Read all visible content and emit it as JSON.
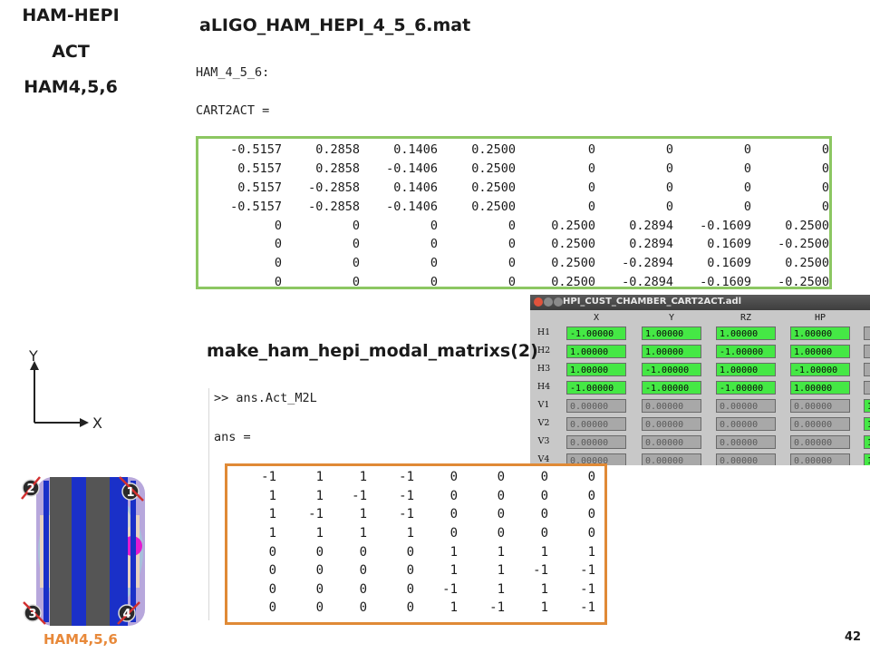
{
  "left_titles": [
    "HAM-HEPI",
    "ACT",
    "HAM4,5,6"
  ],
  "file_title": "aLIGO_HAM_HEPI_4_5_6.mat",
  "code1": [
    "HAM_4_5_6:",
    "CART2ACT ="
  ],
  "cart2act": [
    [
      "-0.5157",
      "0.2858",
      "0.1406",
      "0.2500",
      "0",
      "0",
      "0",
      "0"
    ],
    [
      "0.5157",
      "0.2858",
      "-0.1406",
      "0.2500",
      "0",
      "0",
      "0",
      "0"
    ],
    [
      "0.5157",
      "-0.2858",
      "0.1406",
      "0.2500",
      "0",
      "0",
      "0",
      "0"
    ],
    [
      "-0.5157",
      "-0.2858",
      "-0.1406",
      "0.2500",
      "0",
      "0",
      "0",
      "0"
    ],
    [
      "0",
      "0",
      "0",
      "0",
      "0.2500",
      "0.2894",
      "-0.1609",
      "0.2500"
    ],
    [
      "0",
      "0",
      "0",
      "0",
      "0.2500",
      "0.2894",
      "0.1609",
      "-0.2500"
    ],
    [
      "0",
      "0",
      "0",
      "0",
      "0.2500",
      "-0.2894",
      "0.1609",
      "0.2500"
    ],
    [
      "0",
      "0",
      "0",
      "0",
      "0.2500",
      "-0.2894",
      "-0.1609",
      "-0.2500"
    ]
  ],
  "medm": {
    "title": "HPI_CUST_CHAMBER_CART2ACT.adl",
    "columns": [
      "X",
      "Y",
      "RZ",
      "HP"
    ],
    "rows": [
      {
        "label": "H1",
        "values": [
          "-1.00000",
          "1.00000",
          "1.00000",
          "1.00000"
        ],
        "active": true
      },
      {
        "label": "H2",
        "values": [
          "1.00000",
          "1.00000",
          "-1.00000",
          "1.00000"
        ],
        "active": true
      },
      {
        "label": "H3",
        "values": [
          "1.00000",
          "-1.00000",
          "1.00000",
          "-1.00000"
        ],
        "active": true
      },
      {
        "label": "H4",
        "values": [
          "-1.00000",
          "-1.00000",
          "-1.00000",
          "1.00000"
        ],
        "active": true
      },
      {
        "label": "V1",
        "values": [
          "0.00000",
          "0.00000",
          "0.00000",
          "0.00000"
        ],
        "active": false
      },
      {
        "label": "V2",
        "values": [
          "0.00000",
          "0.00000",
          "0.00000",
          "0.00000"
        ],
        "active": false
      },
      {
        "label": "V3",
        "values": [
          "0.00000",
          "0.00000",
          "0.00000",
          "0.00000"
        ],
        "active": false
      },
      {
        "label": "V4",
        "values": [
          "0.00000",
          "0.00000",
          "0.00000",
          "0.00000"
        ],
        "active": false
      }
    ],
    "partial_col": [
      "",
      "",
      "",
      "",
      "1",
      "1",
      "1",
      "1"
    ],
    "colors": {
      "active": "#45e845",
      "inactive": "#a8a8a8"
    }
  },
  "modal_title": "make_ham_hepi_modal_matrixs(2)",
  "code2": [
    ">> ans.Act_M2L",
    "ans ="
  ],
  "m2l": [
    [
      "-1",
      "1",
      "1",
      "-1",
      "0",
      "0",
      "0",
      "0"
    ],
    [
      "1",
      "1",
      "-1",
      "-1",
      "0",
      "0",
      "0",
      "0"
    ],
    [
      "1",
      "-1",
      "1",
      "-1",
      "0",
      "0",
      "0",
      "0"
    ],
    [
      "1",
      "1",
      "1",
      "1",
      "0",
      "0",
      "0",
      "0"
    ],
    [
      "0",
      "0",
      "0",
      "0",
      "1",
      "1",
      "1",
      "1"
    ],
    [
      "0",
      "0",
      "0",
      "0",
      "1",
      "1",
      "-1",
      "-1"
    ],
    [
      "0",
      "0",
      "0",
      "0",
      "-1",
      "1",
      "1",
      "-1"
    ],
    [
      "0",
      "0",
      "0",
      "0",
      "1",
      "-1",
      "1",
      "-1"
    ]
  ],
  "axes": {
    "y": "Y",
    "x": "X"
  },
  "actuator_labels": [
    "2",
    "1",
    "3",
    "4"
  ],
  "chamber_caption": "HAM4,5,6",
  "page_number": "42",
  "colors": {
    "green_box": "#8cc762",
    "orange_box": "#e08a36",
    "orange_text": "#e8893a"
  }
}
